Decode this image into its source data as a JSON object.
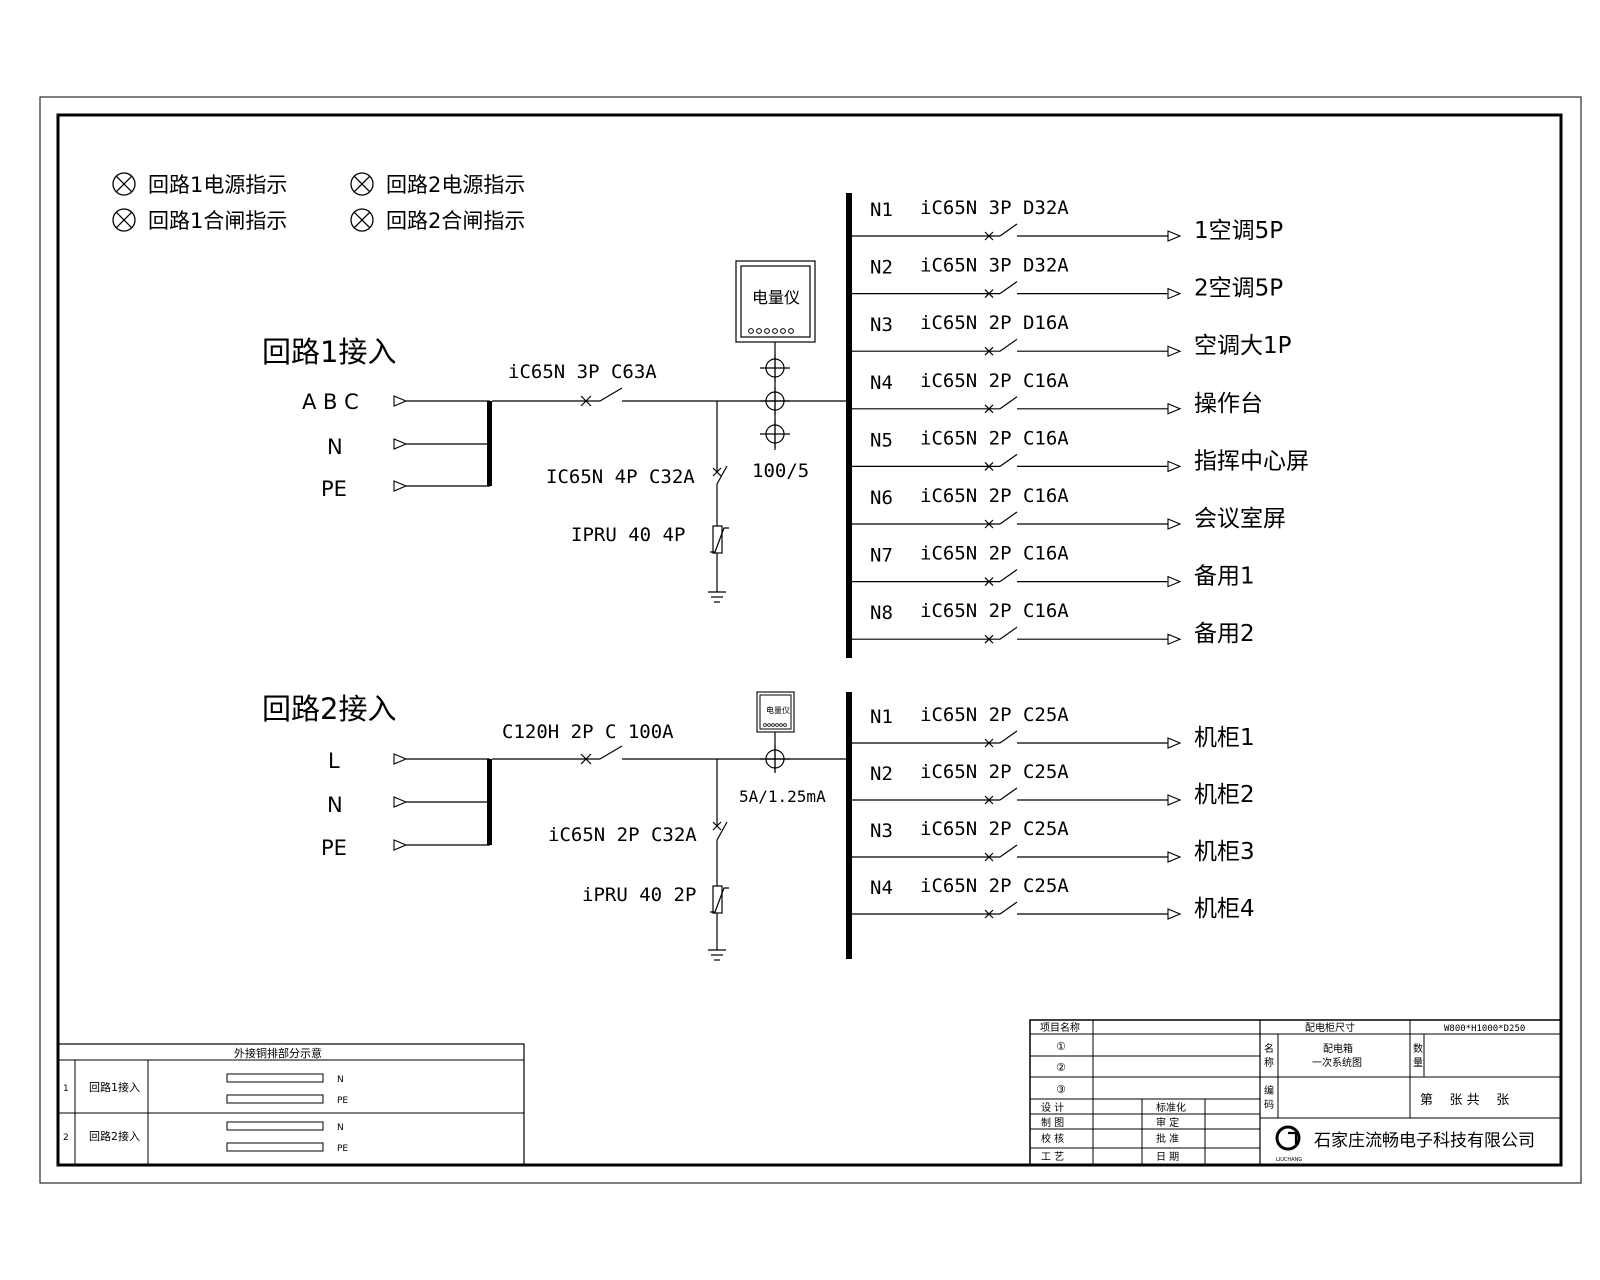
{
  "indicators": [
    {
      "label": "回路1电源指示"
    },
    {
      "label": "回路1合闸指示"
    },
    {
      "label": "回路2电源指示"
    },
    {
      "label": "回路2合闸指示"
    }
  ],
  "circuit1": {
    "title": "回路1接入",
    "inputs": [
      "A B C",
      "N",
      "PE"
    ],
    "main_breaker": "iC65N 3P C63A",
    "spd_breaker": "IC65N 4P C32A",
    "spd": "IPRU 40 4P",
    "meter_label": "电量仪",
    "ct_ratio": "100/5",
    "branches": [
      {
        "id": "N1",
        "breaker": "iC65N 3P D32A",
        "load": "1空调5P"
      },
      {
        "id": "N2",
        "breaker": "iC65N 3P D32A",
        "load": "2空调5P"
      },
      {
        "id": "N3",
        "breaker": "iC65N 2P D16A",
        "load": "空调大1P"
      },
      {
        "id": "N4",
        "breaker": "iC65N 2P C16A",
        "load": "操作台"
      },
      {
        "id": "N5",
        "breaker": "iC65N 2P C16A",
        "load": "指挥中心屏"
      },
      {
        "id": "N6",
        "breaker": "iC65N 2P C16A",
        "load": "会议室屏"
      },
      {
        "id": "N7",
        "breaker": "iC65N 2P C16A",
        "load": "备用1"
      },
      {
        "id": "N8",
        "breaker": "iC65N 2P C16A",
        "load": "备用2"
      }
    ]
  },
  "circuit2": {
    "title": "回路2接入",
    "inputs": [
      "L",
      "N",
      "PE"
    ],
    "main_breaker": "C120H 2P C 100A",
    "spd_breaker": "iC65N 2P C32A",
    "spd": "iPRU 40 2P",
    "meter_label": "电量仪",
    "ct_ratio": "5A/1.25mA",
    "branches": [
      {
        "id": "N1",
        "breaker": "iC65N 2P C25A",
        "load": "机柜1"
      },
      {
        "id": "N2",
        "breaker": "iC65N 2P C25A",
        "load": "机柜2"
      },
      {
        "id": "N3",
        "breaker": "iC65N 2P C25A",
        "load": "机柜3"
      },
      {
        "id": "N4",
        "breaker": "iC65N 2P C25A",
        "load": "机柜4"
      }
    ]
  },
  "busbar_table": {
    "title": "外接铜排部分示意",
    "rows": [
      {
        "index": "1",
        "name": "回路1接入",
        "bars": [
          "N",
          "PE"
        ]
      },
      {
        "index": "2",
        "name": "回路2接入",
        "bars": [
          "N",
          "PE"
        ]
      }
    ]
  },
  "title_block": {
    "project_name_label": "项目名称",
    "circle_labels": [
      "①",
      "②",
      "③"
    ],
    "cabinet_size_label": "配电柜尺寸",
    "cabinet_size_value": "W800*H1000*D250",
    "name_label": [
      "名",
      "称"
    ],
    "name_value": [
      "配电箱",
      "一次系统图"
    ],
    "quantity_label": [
      "数",
      "量"
    ],
    "code_label": [
      "编",
      "码"
    ],
    "sheet_text": "第    张 共    张",
    "sign_rows": [
      {
        "left": "设  计",
        "right": "标准化"
      },
      {
        "left": "制  图",
        "right": "审  定"
      },
      {
        "left": "校  核",
        "right": "批  准"
      },
      {
        "left": "工  艺",
        "right": "日  期"
      }
    ],
    "company": "石家庄流畅电子科技有限公司",
    "logo_text": "LIUCHANG"
  }
}
